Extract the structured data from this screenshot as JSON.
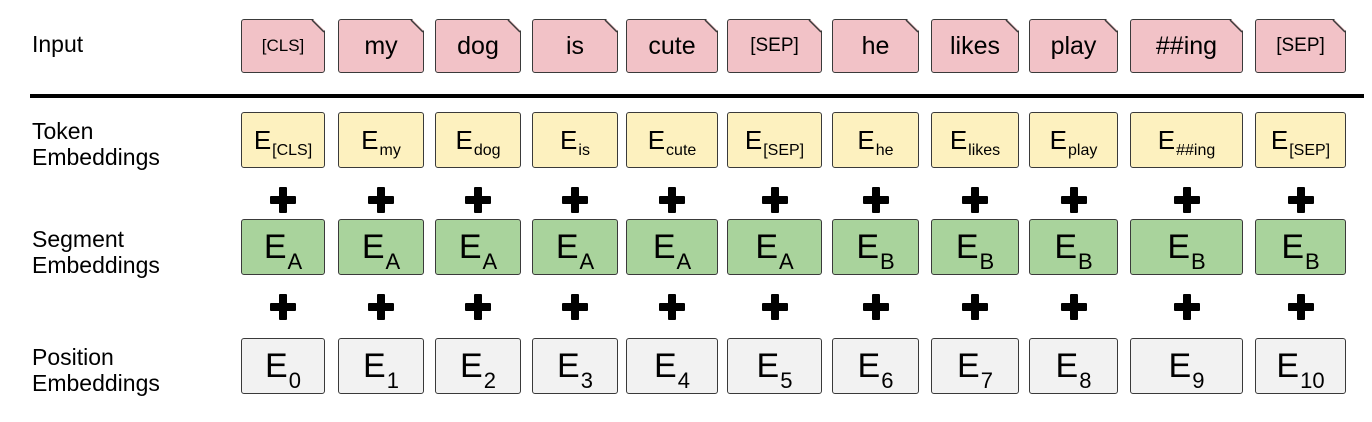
{
  "labels": {
    "input": "Input",
    "token": [
      "Token",
      "Embeddings"
    ],
    "segment": [
      "Segment",
      "Embeddings"
    ],
    "position": [
      "Position",
      "Embeddings"
    ]
  },
  "symbol": "E",
  "tokens": [
    {
      "input": "[CLS]",
      "token_sub": "[CLS]",
      "segment_sub": "A",
      "position_sub": "0"
    },
    {
      "input": "my",
      "token_sub": "my",
      "segment_sub": "A",
      "position_sub": "1"
    },
    {
      "input": "dog",
      "token_sub": "dog",
      "segment_sub": "A",
      "position_sub": "2"
    },
    {
      "input": "is",
      "token_sub": "is",
      "segment_sub": "A",
      "position_sub": "3"
    },
    {
      "input": "cute",
      "token_sub": "cute",
      "segment_sub": "A",
      "position_sub": "4"
    },
    {
      "input": "[SEP]",
      "token_sub": "[SEP]",
      "segment_sub": "A",
      "position_sub": "5"
    },
    {
      "input": "he",
      "token_sub": "he",
      "segment_sub": "B",
      "position_sub": "6"
    },
    {
      "input": "likes",
      "token_sub": "likes",
      "segment_sub": "B",
      "position_sub": "7"
    },
    {
      "input": "play",
      "token_sub": "play",
      "segment_sub": "B",
      "position_sub": "8"
    },
    {
      "input": "##ing",
      "token_sub": "##ing",
      "segment_sub": "B",
      "position_sub": "9"
    },
    {
      "input": "[SEP]",
      "token_sub": "[SEP]",
      "segment_sub": "B",
      "position_sub": "10"
    }
  ],
  "colors": {
    "input": "#f2c2c7",
    "token": "#fdf1bf",
    "segment": "#a9d39c",
    "position": "#f2f2f2"
  }
}
